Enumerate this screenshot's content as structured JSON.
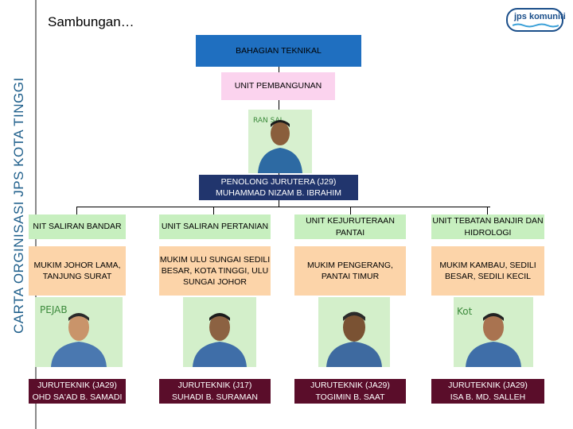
{
  "sidebar": {
    "title": "CARTA ORGINISASI JPS KOTA TINGGI"
  },
  "header": {
    "title": "Sambungan…"
  },
  "logo": {
    "text": "jps komuniti"
  },
  "chart": {
    "top": "BAHAGIAN TEKNIKAL",
    "unit": "UNIT PEMBANGUNAN",
    "head": {
      "title": "PENOLONG JURUTERA (J29)",
      "name": "MUHAMMAD NIZAM B. IBRAHIM"
    },
    "columns": [
      {
        "unit": "NIT SALIRAN BANDAR",
        "area": "MUKIM JOHOR LAMA, TANJUNG SURAT",
        "title": "JURUTEKNIK (JA29)",
        "name": "OHD SA'AD B. SAMADI"
      },
      {
        "unit": "UNIT SALIRAN PERTANIAN",
        "area": "MUKIM ULU SUNGAI SEDILI BESAR, KOTA TINGGI, ULU SUNGAI JOHOR",
        "title": "JURUTEKNIK (J17)",
        "name": "SUHADI B. SURAMAN"
      },
      {
        "unit": "UNIT KEJURUTERAAN PANTAI",
        "area": "MUKIM PENGERANG, PANTAI TIMUR",
        "title": "JURUTEKNIK (JA29)",
        "name": "TOGIMIN B. SAAT"
      },
      {
        "unit": "UNIT TEBATAN BANJIR DAN HIDROLOGI",
        "area": "MUKIM KAMBAU, SEDILI BESAR, SEDILI KECIL",
        "title": "JURUTEKNIK (JA29)",
        "name": "ISA B. MD. SALLEH"
      }
    ]
  }
}
